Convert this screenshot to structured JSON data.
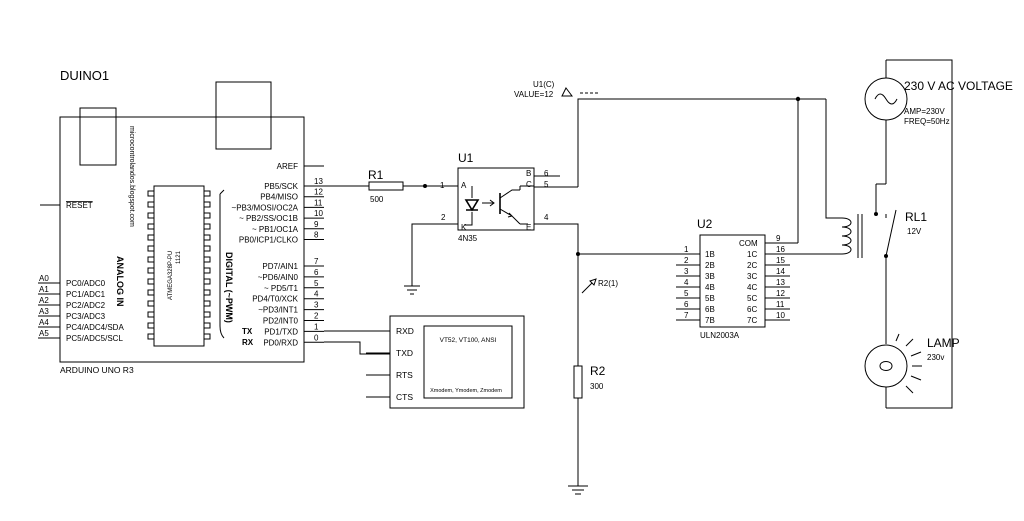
{
  "arduino": {
    "name": "DUINO1",
    "model": "ARDUINO UNO R3",
    "blog": "microcontrolandos.blogspot.com",
    "chip": "ATMEGA328P-PU",
    "chip_num": "1121",
    "reset": "RESET",
    "analog_title": "ANALOG IN",
    "digital_title": "DIGITAL (~PWM)",
    "aref": "AREF",
    "analog_pins": [
      {
        "num": "A0",
        "label": "PC0/ADC0"
      },
      {
        "num": "A1",
        "label": "PC1/ADC1"
      },
      {
        "num": "A2",
        "label": "PC2/ADC2"
      },
      {
        "num": "A3",
        "label": "PC3/ADC3"
      },
      {
        "num": "A4",
        "label": "PC4/ADC4/SDA"
      },
      {
        "num": "A5",
        "label": "PC5/ADC5/SCL"
      }
    ],
    "digital_pins_high": [
      {
        "num": "13",
        "label": "PB5/SCK"
      },
      {
        "num": "12",
        "label": "PB4/MISO"
      },
      {
        "num": "11",
        "label": "~PB3/MOSI/OC2A"
      },
      {
        "num": "10",
        "label": "~ PB2/SS/OC1B"
      },
      {
        "num": "9",
        "label": "~ PB1/OC1A"
      },
      {
        "num": "8",
        "label": "PB0/ICP1/CLKO"
      }
    ],
    "digital_pins_low": [
      {
        "num": "7",
        "label": "PD7/AIN1"
      },
      {
        "num": "6",
        "label": "~PD6/AIN0"
      },
      {
        "num": "5",
        "label": "~      PD5/T1"
      },
      {
        "num": "4",
        "label": "PD4/T0/XCK"
      },
      {
        "num": "3",
        "label": "~PD3/INT1"
      },
      {
        "num": "2",
        "label": "PD2/INT0"
      },
      {
        "num": "1",
        "label": "PD1/TXD"
      },
      {
        "num": "0",
        "label": "PD0/RXD"
      }
    ],
    "tx": "TX",
    "rx": "RX"
  },
  "r1": {
    "name": "R1",
    "value": "500",
    "node": "1"
  },
  "u1": {
    "name": "U1",
    "part": "4N35",
    "pins": {
      "a": "A",
      "k": "K",
      "b": "B",
      "c": "C",
      "e": "E",
      "p1": "1",
      "p2": "2",
      "p4": "4",
      "p5": "5",
      "p6": "6"
    }
  },
  "probe_u1": {
    "label": "U1(C)",
    "value": "VALUE=12"
  },
  "probe_r2": {
    "label": "R2(1)"
  },
  "r2": {
    "name": "R2",
    "value": "300"
  },
  "u2": {
    "name": "U2",
    "part": "ULN2003A",
    "in_pins": [
      {
        "num": "1",
        "label": "1B"
      },
      {
        "num": "2",
        "label": "2B"
      },
      {
        "num": "3",
        "label": "3B"
      },
      {
        "num": "4",
        "label": "4B"
      },
      {
        "num": "5",
        "label": "5B"
      },
      {
        "num": "6",
        "label": "6B"
      },
      {
        "num": "7",
        "label": "7B"
      }
    ],
    "com": {
      "num": "9",
      "label": "COM"
    },
    "out_pins": [
      {
        "num": "16",
        "label": "1C"
      },
      {
        "num": "15",
        "label": "2C"
      },
      {
        "num": "14",
        "label": "3C"
      },
      {
        "num": "13",
        "label": "4C"
      },
      {
        "num": "12",
        "label": "5C"
      },
      {
        "num": "11",
        "label": "6C"
      },
      {
        "num": "10",
        "label": "7C"
      }
    ]
  },
  "terminal": {
    "pins": [
      "RXD",
      "TXD",
      "RTS",
      "CTS"
    ],
    "line1": "VT52, VT100, ANSI",
    "line2": "Xmodem, Ymodem, Zmodem"
  },
  "ac_source": {
    "title": "230 V AC VOLTAGE",
    "amp": "AMP=230V",
    "freq": "FREQ=50Hz"
  },
  "relay": {
    "name": "RL1",
    "value": "12V"
  },
  "lamp": {
    "name": "LAMP",
    "value": "230v"
  }
}
